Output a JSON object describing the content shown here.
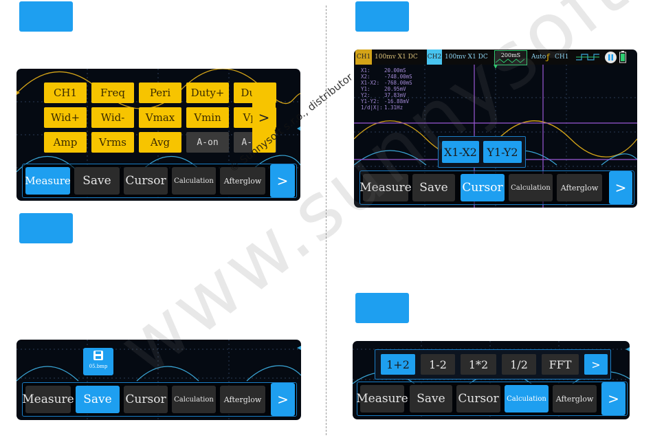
{
  "menu_bar": {
    "measure": "Measure",
    "save": "Save",
    "cursor": "Cursor",
    "calculation": "Calculation",
    "afterglow": "Afterglow",
    "next": ">"
  },
  "measure_panel": {
    "items": [
      {
        "label": "CH1"
      },
      {
        "label": "Freq"
      },
      {
        "label": "Peri"
      },
      {
        "label": "Duty+"
      },
      {
        "label": "Duty-"
      },
      {
        "label": "Wid+"
      },
      {
        "label": "Wid-"
      },
      {
        "label": "Vmax"
      },
      {
        "label": "Vmin"
      },
      {
        "label": "Vp-p"
      },
      {
        "label": "Amp"
      },
      {
        "label": "Vrms"
      },
      {
        "label": "Avg"
      },
      {
        "label": "A-on"
      },
      {
        "label": "A-off"
      }
    ],
    "next": ">"
  },
  "cursor_panel": {
    "status": {
      "ch1": "CH1",
      "ch1_setting": "100mv  X1  DC",
      "ch2": "CH2",
      "ch2_setting": "100mv  X1  DC",
      "timebase": "200mS",
      "trigger_mode": "Auto",
      "trigger_channel": "CH1"
    },
    "readouts": [
      {
        "label": "X1:",
        "value": "20.00mS"
      },
      {
        "label": "X2:",
        "value": "-748.00mS"
      },
      {
        "label": "X1-X2:",
        "value": "-768.00mS"
      },
      {
        "label": "Y1:",
        "value": "20.95mV"
      },
      {
        "label": "Y2:",
        "value": "37.83mV"
      },
      {
        "label": "Y1-Y2:",
        "value": "-16.88mV"
      },
      {
        "label": "1/d|X|:",
        "value": "1.31Hz"
      }
    ],
    "popup": {
      "x_diff": "X1-X2",
      "y_diff": "Y1-Y2"
    }
  },
  "save_panel": {
    "file_name": "05.bmp"
  },
  "calc_panel": {
    "options": [
      {
        "label": "1+2"
      },
      {
        "label": "1-2"
      },
      {
        "label": "1*2"
      },
      {
        "label": "1/2"
      },
      {
        "label": "FFT"
      }
    ],
    "next": ">"
  },
  "watermark": {
    "line1": "© Sunnysoft s.r.o., distributor",
    "line2": "www.sunnysoft.cz"
  },
  "colors": {
    "accent": "#1e9ff0",
    "measure_yellow": "#f7c400",
    "waveform_ch1": "#d4a418",
    "waveform_ch2": "#3aa7d8",
    "cursor_line": "#9b59d6"
  }
}
